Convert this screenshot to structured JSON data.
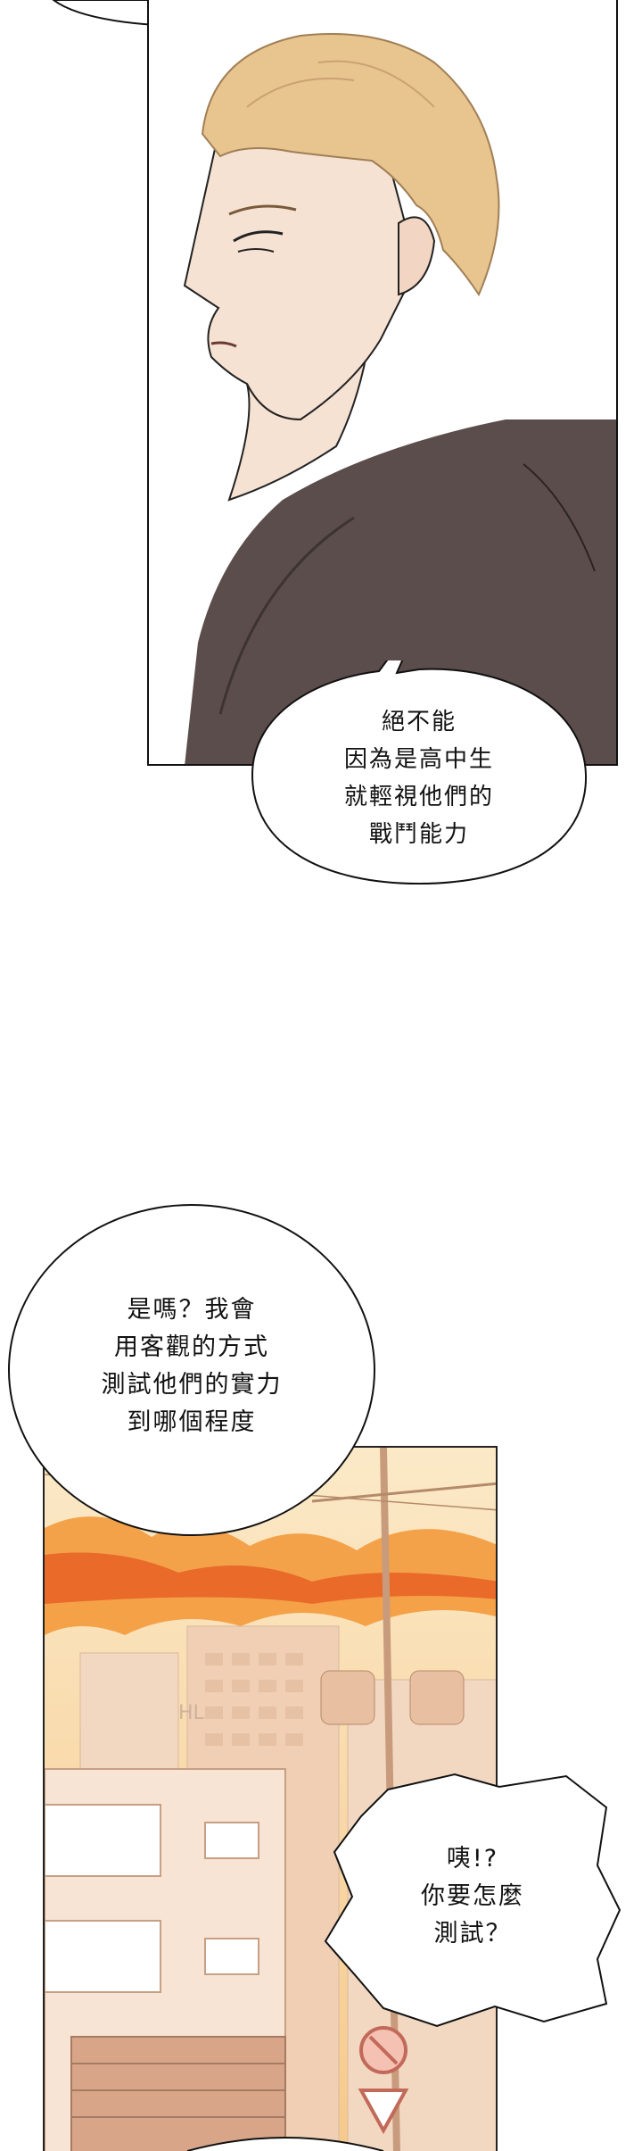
{
  "bubble1": {
    "lines": [
      "絕不能",
      "因為是高中生",
      "就輕視他們的",
      "戰鬥能力"
    ]
  },
  "bubble2": {
    "lines": [
      "是嗎？我會",
      "用客觀的方式",
      "測試他們的實力",
      "到哪個程度"
    ]
  },
  "bubble3": {
    "lines": [
      "咦!?",
      "你要怎麼",
      "測試？"
    ]
  },
  "signs": {
    "building_label": "HL"
  },
  "colors": {
    "hair": "#e8c48f",
    "skin": "#f6e2d3",
    "hoodie": "#5b4d4b",
    "fire": "#f39a3c",
    "sky": "#fbe9c7",
    "building": "#f3d8c1"
  }
}
